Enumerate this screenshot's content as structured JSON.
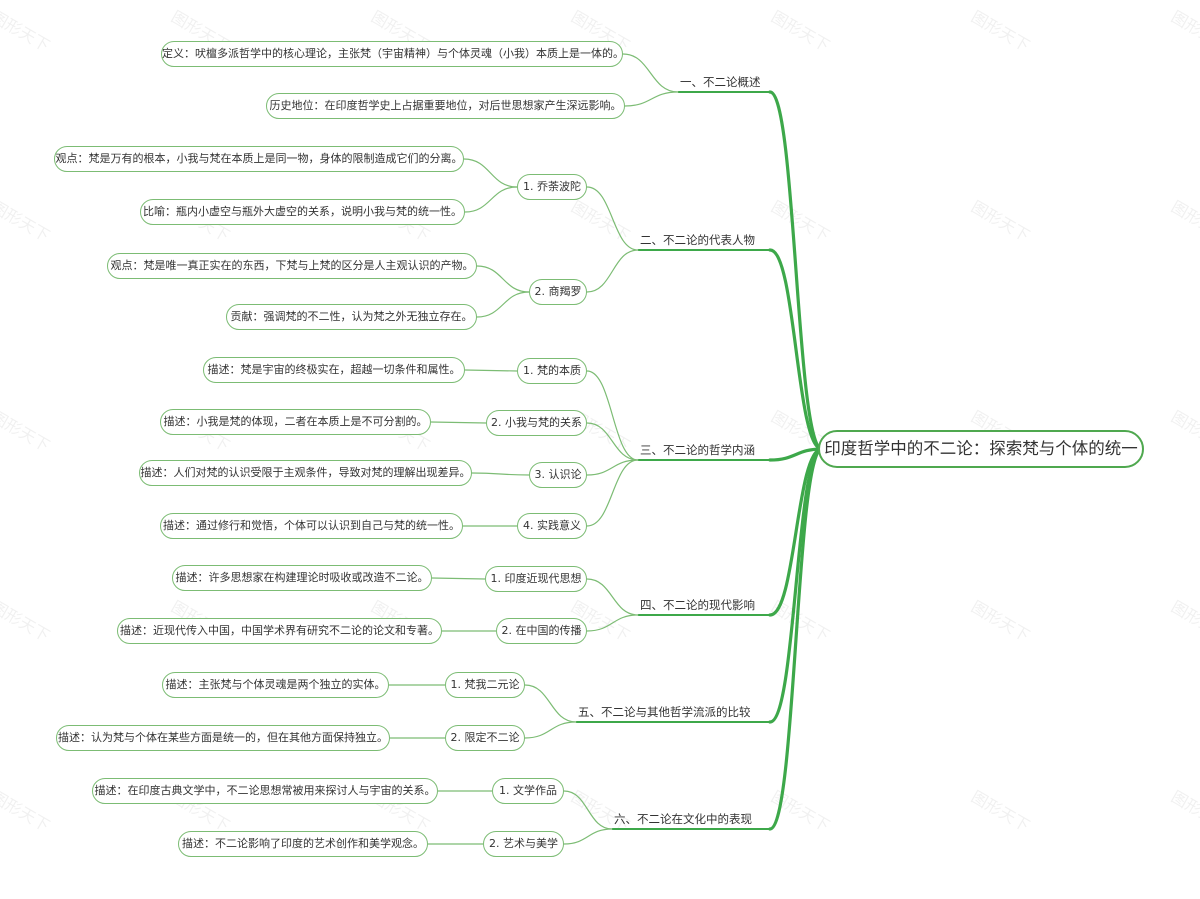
{
  "colors": {
    "main_branch": "#3da84a",
    "sub_branch": "#7cbc74",
    "node_border": "#7cbc74",
    "root_border": "#4fa84f",
    "text": "#333333"
  },
  "watermark": "图形天下",
  "root": {
    "label": "印度哲学中的不二论：探索梵与个体的统一"
  },
  "branches": [
    {
      "label": "一、不二论概述",
      "children": [
        {
          "label": "定义：吠檀多派哲学中的核心理论，主张梵（宇宙精神）与个体灵魂（小我）本质上是一体的。"
        },
        {
          "label": "历史地位：在印度哲学史上占据重要地位，对后世思想家产生深远影响。"
        }
      ]
    },
    {
      "label": "二、不二论的代表人物",
      "children": [
        {
          "label": "1. 乔荼波陀",
          "children": [
            {
              "label": "观点：梵是万有的根本，小我与梵在本质上是同一物，身体的限制造成它们的分离。"
            },
            {
              "label": "比喻：瓶内小虚空与瓶外大虚空的关系，说明小我与梵的统一性。"
            }
          ]
        },
        {
          "label": "2. 商羯罗",
          "children": [
            {
              "label": "观点：梵是唯一真正实在的东西，下梵与上梵的区分是人主观认识的产物。"
            },
            {
              "label": "贡献：强调梵的不二性，认为梵之外无独立存在。"
            }
          ]
        }
      ]
    },
    {
      "label": "三、不二论的哲学内涵",
      "children": [
        {
          "label": "1. 梵的本质",
          "children": [
            {
              "label": "描述：梵是宇宙的终极实在，超越一切条件和属性。"
            }
          ]
        },
        {
          "label": "2. 小我与梵的关系",
          "children": [
            {
              "label": "描述：小我是梵的体现，二者在本质上是不可分割的。"
            }
          ]
        },
        {
          "label": "3. 认识论",
          "children": [
            {
              "label": "描述：人们对梵的认识受限于主观条件，导致对梵的理解出现差异。"
            }
          ]
        },
        {
          "label": "4. 实践意义",
          "children": [
            {
              "label": "描述：通过修行和觉悟，个体可以认识到自己与梵的统一性。"
            }
          ]
        }
      ]
    },
    {
      "label": "四、不二论的现代影响",
      "children": [
        {
          "label": "1. 印度近现代思想",
          "children": [
            {
              "label": "描述：许多思想家在构建理论时吸收或改造不二论。"
            }
          ]
        },
        {
          "label": "2. 在中国的传播",
          "children": [
            {
              "label": "描述：近现代传入中国，中国学术界有研究不二论的论文和专著。"
            }
          ]
        }
      ]
    },
    {
      "label": "五、不二论与其他哲学流派的比较",
      "children": [
        {
          "label": "1. 梵我二元论",
          "children": [
            {
              "label": "描述：主张梵与个体灵魂是两个独立的实体。"
            }
          ]
        },
        {
          "label": "2. 限定不二论",
          "children": [
            {
              "label": "描述：认为梵与个体在某些方面是统一的，但在其他方面保持独立。"
            }
          ]
        }
      ]
    },
    {
      "label": "六、不二论在文化中的表现",
      "children": [
        {
          "label": "1. 文学作品",
          "children": [
            {
              "label": "描述：在印度古典文学中，不二论思想常被用来探讨人与宇宙的关系。"
            }
          ]
        },
        {
          "label": "2. 艺术与美学",
          "children": [
            {
              "label": "描述：不二论影响了印度的艺术创作和美学观念。"
            }
          ]
        }
      ]
    }
  ]
}
